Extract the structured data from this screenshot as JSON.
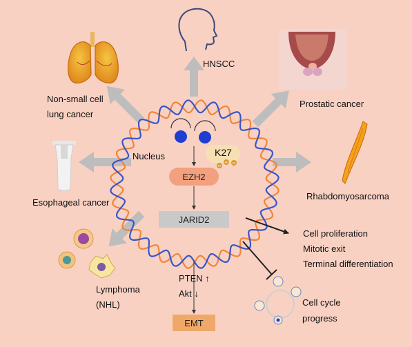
{
  "cancers": {
    "nsclc_line1": "Non-small cell",
    "nsclc_line2": "lung cancer",
    "hnscc": "HNSCC",
    "prostatic": "Prostatic cancer",
    "esophageal": "Esophageal cancer",
    "rhabdo": "Rhabdomyosarcoma",
    "lymphoma_line1": "Lymphoma",
    "lymphoma_line2": "(NHL)"
  },
  "nucleus": {
    "label": "Nucleus",
    "histone_mark": "K27",
    "methyl_tag": "Me",
    "ezh2": "EZH2",
    "jarid2": "JARID2"
  },
  "effects": {
    "items": [
      "Cell proliferation",
      "Mitotic exit",
      "Terminal differentiation"
    ],
    "cell_cycle_line1": "Cell cycle",
    "cell_cycle_line2": "progress"
  },
  "pathway": {
    "pten": "PTEN ↑",
    "akt": "Akt ↓",
    "emt": "EMT"
  },
  "colors": {
    "background": "#f8d1c3",
    "arrow": "#bdbdbd",
    "dna_blue": "#3a55c8",
    "dna_orange": "#f0853a",
    "ezh2_fill": "#f2a07e",
    "jarid2_fill": "#c9c9c9",
    "emt_fill": "#f0a868"
  }
}
